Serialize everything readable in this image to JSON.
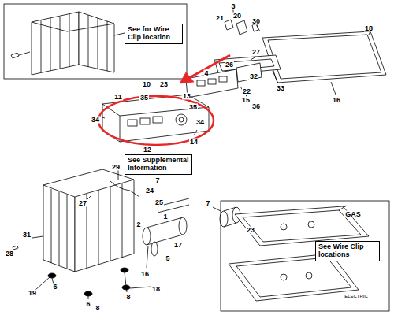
{
  "diagram": {
    "nodes": [
      {
        "text": [
          "See for Wire Clip location"
        ]
      },
      {
        "text": [
          "See Supplemental Information"
        ]
      },
      {
        "text": [
          "See Wire Clip locations"
        ]
      }
    ],
    "labels": [
      "3",
      "21",
      "20",
      "30",
      "18",
      "27",
      "26",
      "32",
      "4",
      "22",
      "33",
      "15",
      "16",
      "36",
      "10",
      "23",
      "11",
      "35",
      "13",
      "35",
      "34",
      "34",
      "14",
      "12",
      "29",
      "7",
      "24",
      "25",
      "27",
      "31",
      "28",
      "1",
      "2",
      "5",
      "17",
      "16",
      "19",
      "6",
      "6",
      "8",
      "8",
      "18",
      "7",
      "23",
      "GAS",
      "ELECTRIC"
    ]
  }
}
